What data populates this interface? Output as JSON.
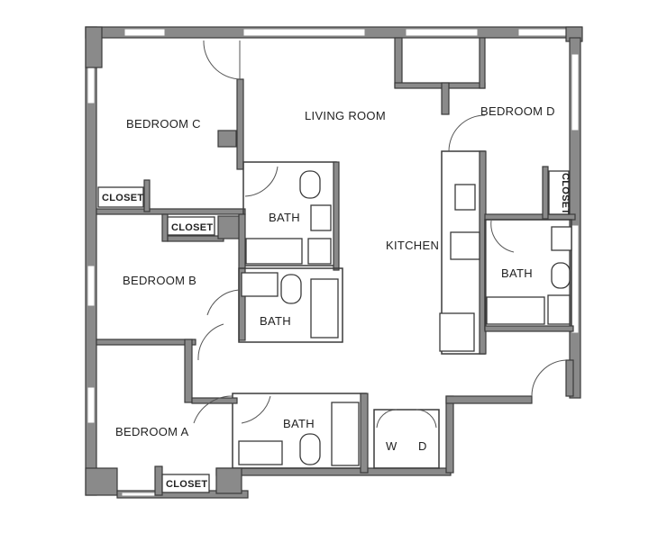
{
  "rooms": {
    "bedroom_c": "BEDROOM C",
    "living_room": "LIVING ROOM",
    "bedroom_d": "BEDROOM D",
    "kitchen": "KITCHEN",
    "bedroom_b": "BEDROOM B",
    "bedroom_a": "BEDROOM A",
    "bath_upper_left": "BATH",
    "bath_middle_left": "BATH",
    "bath_right": "BATH",
    "bath_bottom": "BATH"
  },
  "closets": {
    "closet_c": "CLOSET",
    "closet_b": "CLOSET",
    "closet_a": "CLOSET",
    "closet_d": "CLOSET"
  },
  "laundry": {
    "washer": "W",
    "dryer": "D"
  }
}
